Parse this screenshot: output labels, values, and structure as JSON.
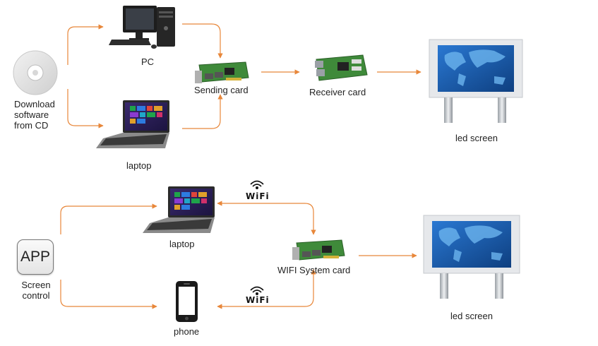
{
  "diagram": {
    "top": {
      "cd_label": [
        "Download",
        "software",
        "from CD"
      ],
      "pc_label": "PC",
      "laptop_label": "laptop",
      "sending_card_label": "Sending card",
      "receiver_card_label": "Receiver card",
      "led_screen_label": "led screen"
    },
    "bottom": {
      "app_icon_text": "APP",
      "app_label": [
        "Screen",
        "control"
      ],
      "laptop_label": "laptop",
      "phone_label": "phone",
      "wifi_card_label": "WIFI System card",
      "wifi_upper": "WiFi",
      "wifi_lower": "WiFi",
      "led_screen_label": "led screen"
    },
    "colors": {
      "arrow": "#e8873a",
      "screen_blue": "#1a5aa8",
      "pcb_green": "#3f8a3a"
    }
  }
}
